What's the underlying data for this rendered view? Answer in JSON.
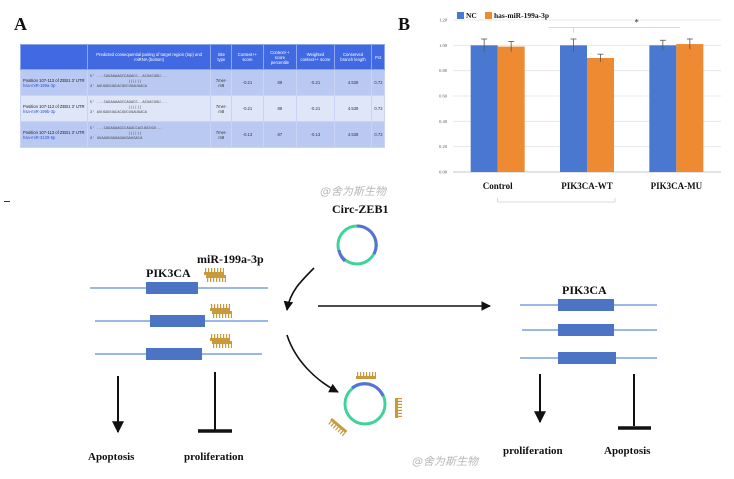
{
  "panel_a": {
    "letter": "A",
    "headers": [
      "",
      "Predicted consequential pairing of target region (top) and miRNA (bottom)",
      "Site type",
      "Context++ score",
      "Context++ score percentile",
      "Weighted context++ score",
      "Conserved branch length",
      "Pct"
    ],
    "rows": [
      {
        "position": "Position 107-113 of ZEB1 3' UTR",
        "mirna": "hsa-miR-199a-3p",
        "seq_top": "5' ...CAGAGAAGCCAGACC--ACUACUGU...",
        "seq_mid": "||||||",
        "seq_bot": "3'      AUUGGUUACACGUCUGAUGACA",
        "site": "7mer-m8",
        "context": "-0.21",
        "percentile": "89",
        "weighted": "-0.21",
        "branch": "4.538",
        "pct": "0.72"
      },
      {
        "position": "Position 107-113 of ZEB1 3' UTR",
        "mirna": "hsa-miR-199b-3p",
        "seq_top": "5' ...CAGAGAAGCCAGACC--ACUACUGU...",
        "seq_mid": "||||||",
        "seq_bot": "3'      AUUGGUUACACGUCUGAUGACA",
        "site": "7mer-m8",
        "context": "-0.21",
        "percentile": "89",
        "weighted": "-0.21",
        "branch": "4.538",
        "pct": "0.72"
      },
      {
        "position": "Position 107-113 of ZEB1 3' UTR",
        "mirna": "hsa-miR-3129-5p",
        "seq_top": "5' ...CAGAGAAGCCAGACCACUACUGU...",
        "seq_mid": "||||||",
        "seq_bot": "3'      UUAAGUGAGAGAUGAUGACA",
        "site": "7mer-m8",
        "context": "-0.13",
        "percentile": "87",
        "weighted": "-0.13",
        "branch": "4.538",
        "pct": "0.72"
      }
    ]
  },
  "panel_b": {
    "letter": "B",
    "significance": "*"
  },
  "chart_data": {
    "type": "bar",
    "categories": [
      "Control",
      "PIK3CA-WT",
      "PIK3CA-MU"
    ],
    "series": [
      {
        "name": "NC",
        "values": [
          1.0,
          1.0,
          1.0
        ],
        "errors": [
          0.05,
          0.05,
          0.04
        ],
        "color": "#4a78d0"
      },
      {
        "name": "has-miR-199a-3p",
        "values": [
          0.99,
          0.9,
          1.01
        ],
        "errors": [
          0.04,
          0.03,
          0.04
        ],
        "color": "#ee8a32"
      }
    ],
    "ylim": [
      0,
      1.2
    ],
    "yticks": [
      "0.00",
      "0.20",
      "0.40",
      "0.60",
      "0.80",
      "1.00",
      "1.20"
    ],
    "grid": true,
    "legend": "top-left"
  },
  "diagram": {
    "circ": "Circ-ZEB1",
    "mir": "miR-199a-3p",
    "gene_left": "PIK3CA",
    "gene_right": "PIK3CA",
    "apoptosis_left": "Apoptosis",
    "proliferation_left": "proliferation",
    "proliferation_right": "proliferation",
    "apoptosis_right": "Apoptosis"
  },
  "watermark": "@舍为斯生物",
  "colors": {
    "gene_box": "#4c74c4",
    "mrna_line": "#5a8fd6",
    "mirna": "#c99a3c",
    "circ_blue": "#5b6fd6",
    "circ_green": "#3fd39a",
    "table_header": "#4169e1"
  }
}
